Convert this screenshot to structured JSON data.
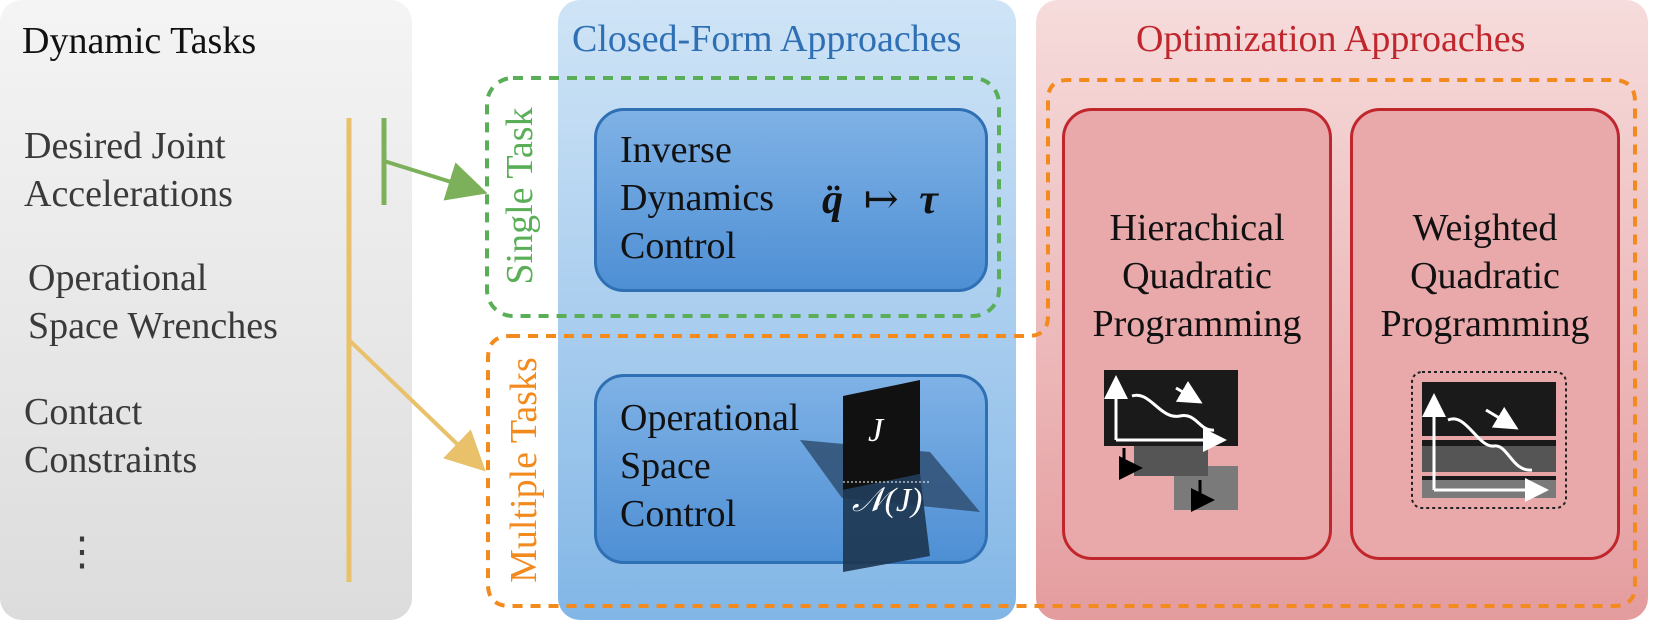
{
  "left_panel": {
    "title": "Dynamic Tasks",
    "items": [
      {
        "line1": "Desired Joint",
        "line2": "Accelerations"
      },
      {
        "line1": "Operational",
        "line2": "Space Wrenches"
      },
      {
        "line1": "Contact",
        "line2": "Constraints"
      }
    ],
    "ellipsis": "⋮"
  },
  "closed_form": {
    "title": "Closed-Form Approaches",
    "single_task_label": "Single Task",
    "multiple_tasks_label": "Multiple Tasks",
    "inverse_dynamics": {
      "line1": "Inverse",
      "line2": "Dynamics",
      "line3": "Control",
      "formula_left": "q̈",
      "formula_arrow": "↦",
      "formula_right": "τ"
    },
    "operational_space": {
      "line1": "Operational",
      "line2": "Space",
      "line3": "Control",
      "jacobian_label": "J",
      "nullspace_label": "𝒩(J)"
    }
  },
  "optimization": {
    "title": "Optimization Approaches",
    "hierarchical": {
      "line1": "Hierachical",
      "line2": "Quadratic",
      "line3": "Programming"
    },
    "weighted": {
      "line1": "Weighted",
      "line2": "Quadratic",
      "line3": "Programming"
    }
  },
  "colors": {
    "single_task": "#5aae57",
    "multiple_tasks": "#f28a1e",
    "closed_form_title": "#2f6fb4",
    "optimization_title": "#c0272d",
    "task_line": "#e8c16a"
  }
}
